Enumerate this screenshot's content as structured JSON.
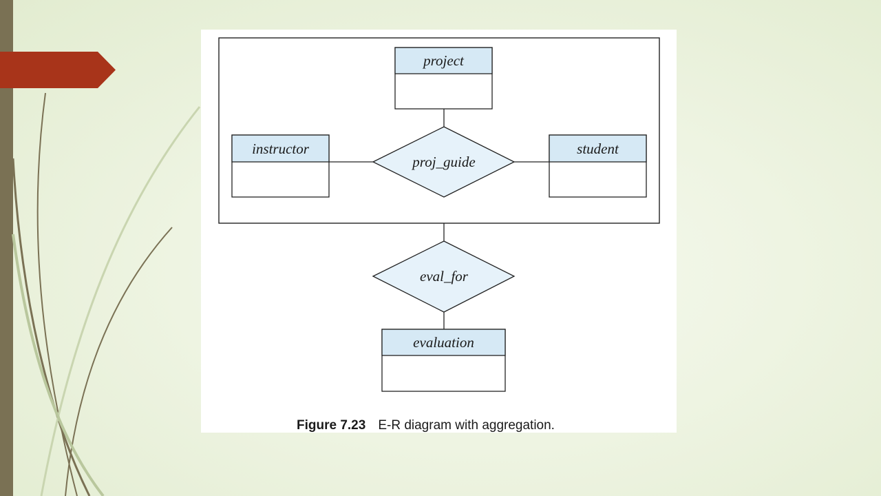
{
  "slide": {
    "accent_color": "#a8341a",
    "bar_color": "#7a7154"
  },
  "diagram": {
    "entities": {
      "project": "project",
      "instructor": "instructor",
      "student": "student",
      "evaluation": "evaluation"
    },
    "relationships": {
      "proj_guide": "proj_guide",
      "eval_for": "eval_for"
    },
    "entity_header_color": "#d6e9f5",
    "relationship_fill_color": "#e6f2fa",
    "caption_number": "Figure 7.23",
    "caption_text": "E-R diagram with aggregation."
  }
}
